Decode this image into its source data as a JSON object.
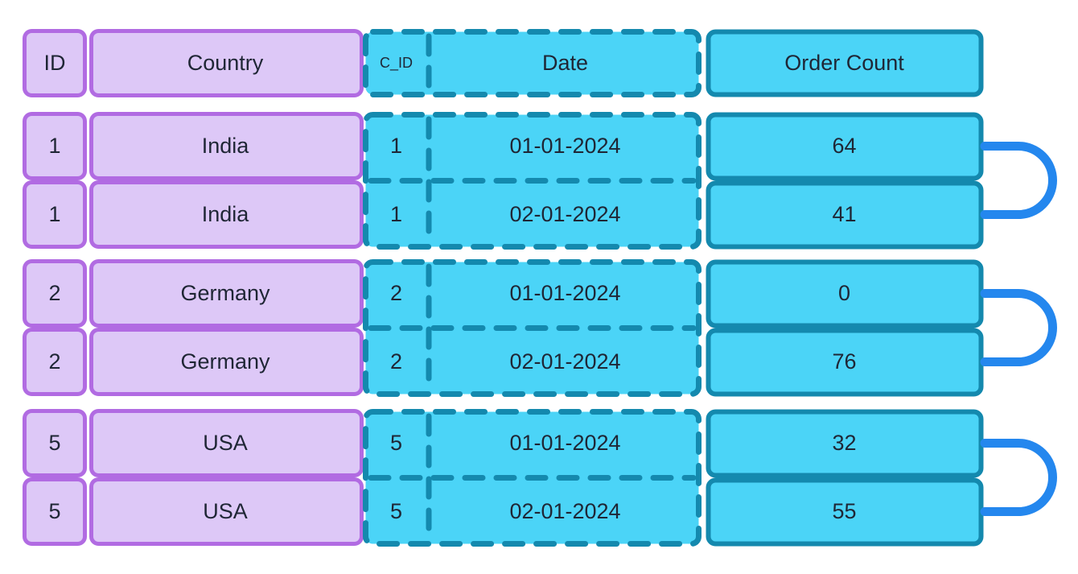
{
  "left_table": {
    "header": {
      "id": "ID",
      "country": "Country"
    },
    "rows": [
      {
        "id": "1",
        "country": "India"
      },
      {
        "id": "1",
        "country": "India"
      },
      {
        "id": "2",
        "country": "Germany"
      },
      {
        "id": "2",
        "country": "Germany"
      },
      {
        "id": "5",
        "country": "USA"
      },
      {
        "id": "5",
        "country": "USA"
      }
    ]
  },
  "right_table": {
    "header": {
      "c_id": "C_ID",
      "date": "Date",
      "order_count": "Order Count"
    },
    "rows": [
      {
        "c_id": "1",
        "date": "01-01-2024",
        "order_count": "64"
      },
      {
        "c_id": "1",
        "date": "02-01-2024",
        "order_count": "41"
      },
      {
        "c_id": "2",
        "date": "01-01-2024",
        "order_count": "0"
      },
      {
        "c_id": "2",
        "date": "02-01-2024",
        "order_count": "76"
      },
      {
        "c_id": "5",
        "date": "01-01-2024",
        "order_count": "32"
      },
      {
        "c_id": "5",
        "date": "02-01-2024",
        "order_count": "55"
      }
    ]
  },
  "connectors": {
    "pairs": [
      [
        0,
        1
      ],
      [
        2,
        3
      ],
      [
        4,
        5
      ]
    ]
  },
  "colors": {
    "purple_border": "#b16be2",
    "purple_fill": "#ddc8f7",
    "cyan_fill": "#4bd4f7",
    "teal_border": "#1489ae",
    "connector_blue": "#2487ee",
    "text_color": "#1f2635"
  }
}
